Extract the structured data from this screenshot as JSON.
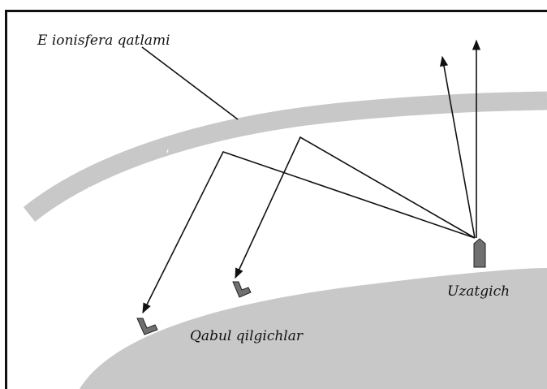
{
  "labels": {
    "layer": "E ionisfera qatlami",
    "transmitter": "Uzatgich",
    "receivers": "Qabul qilgichlar"
  },
  "colors": {
    "background": "#ffffff",
    "frame": "#111111",
    "earth": "#c8c8c8",
    "layer": "#c8c8c8",
    "ray": "#111111",
    "antenna": "#707070",
    "receiver": "#707070"
  }
}
